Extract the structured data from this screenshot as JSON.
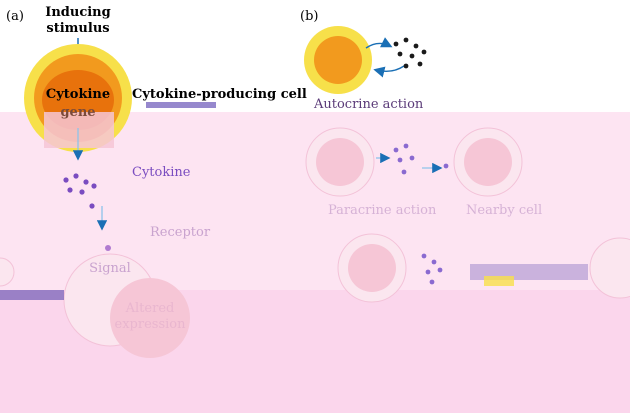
{
  "panel_a": {
    "tag": "(a)",
    "stimulus_line1": "Inducing",
    "stimulus_line2": "stimulus",
    "gene_line1": "Cytokine",
    "gene_line2": "gene",
    "cell_label": "Cytokine-producing cell",
    "cytokine_label": "Cytokine",
    "receptor_label": "Receptor",
    "signal_label": "Signal",
    "target_line1": "Altered",
    "target_line2": "expression"
  },
  "panel_b": {
    "tag": "(b)",
    "autocrine_label": "Autocrine action",
    "paracrine_label": "Paracrine action",
    "nearby_label": "Nearby cell"
  },
  "colors": {
    "cell_outer": "#f7e04a",
    "cell_inner": "#f29a1e",
    "nucleus": "#e8720c",
    "arrow": "#1a6fb5",
    "dot": "#5c2d8f",
    "pale_ring": "#fbe6ef",
    "pale_inner": "#f6c6d6"
  }
}
